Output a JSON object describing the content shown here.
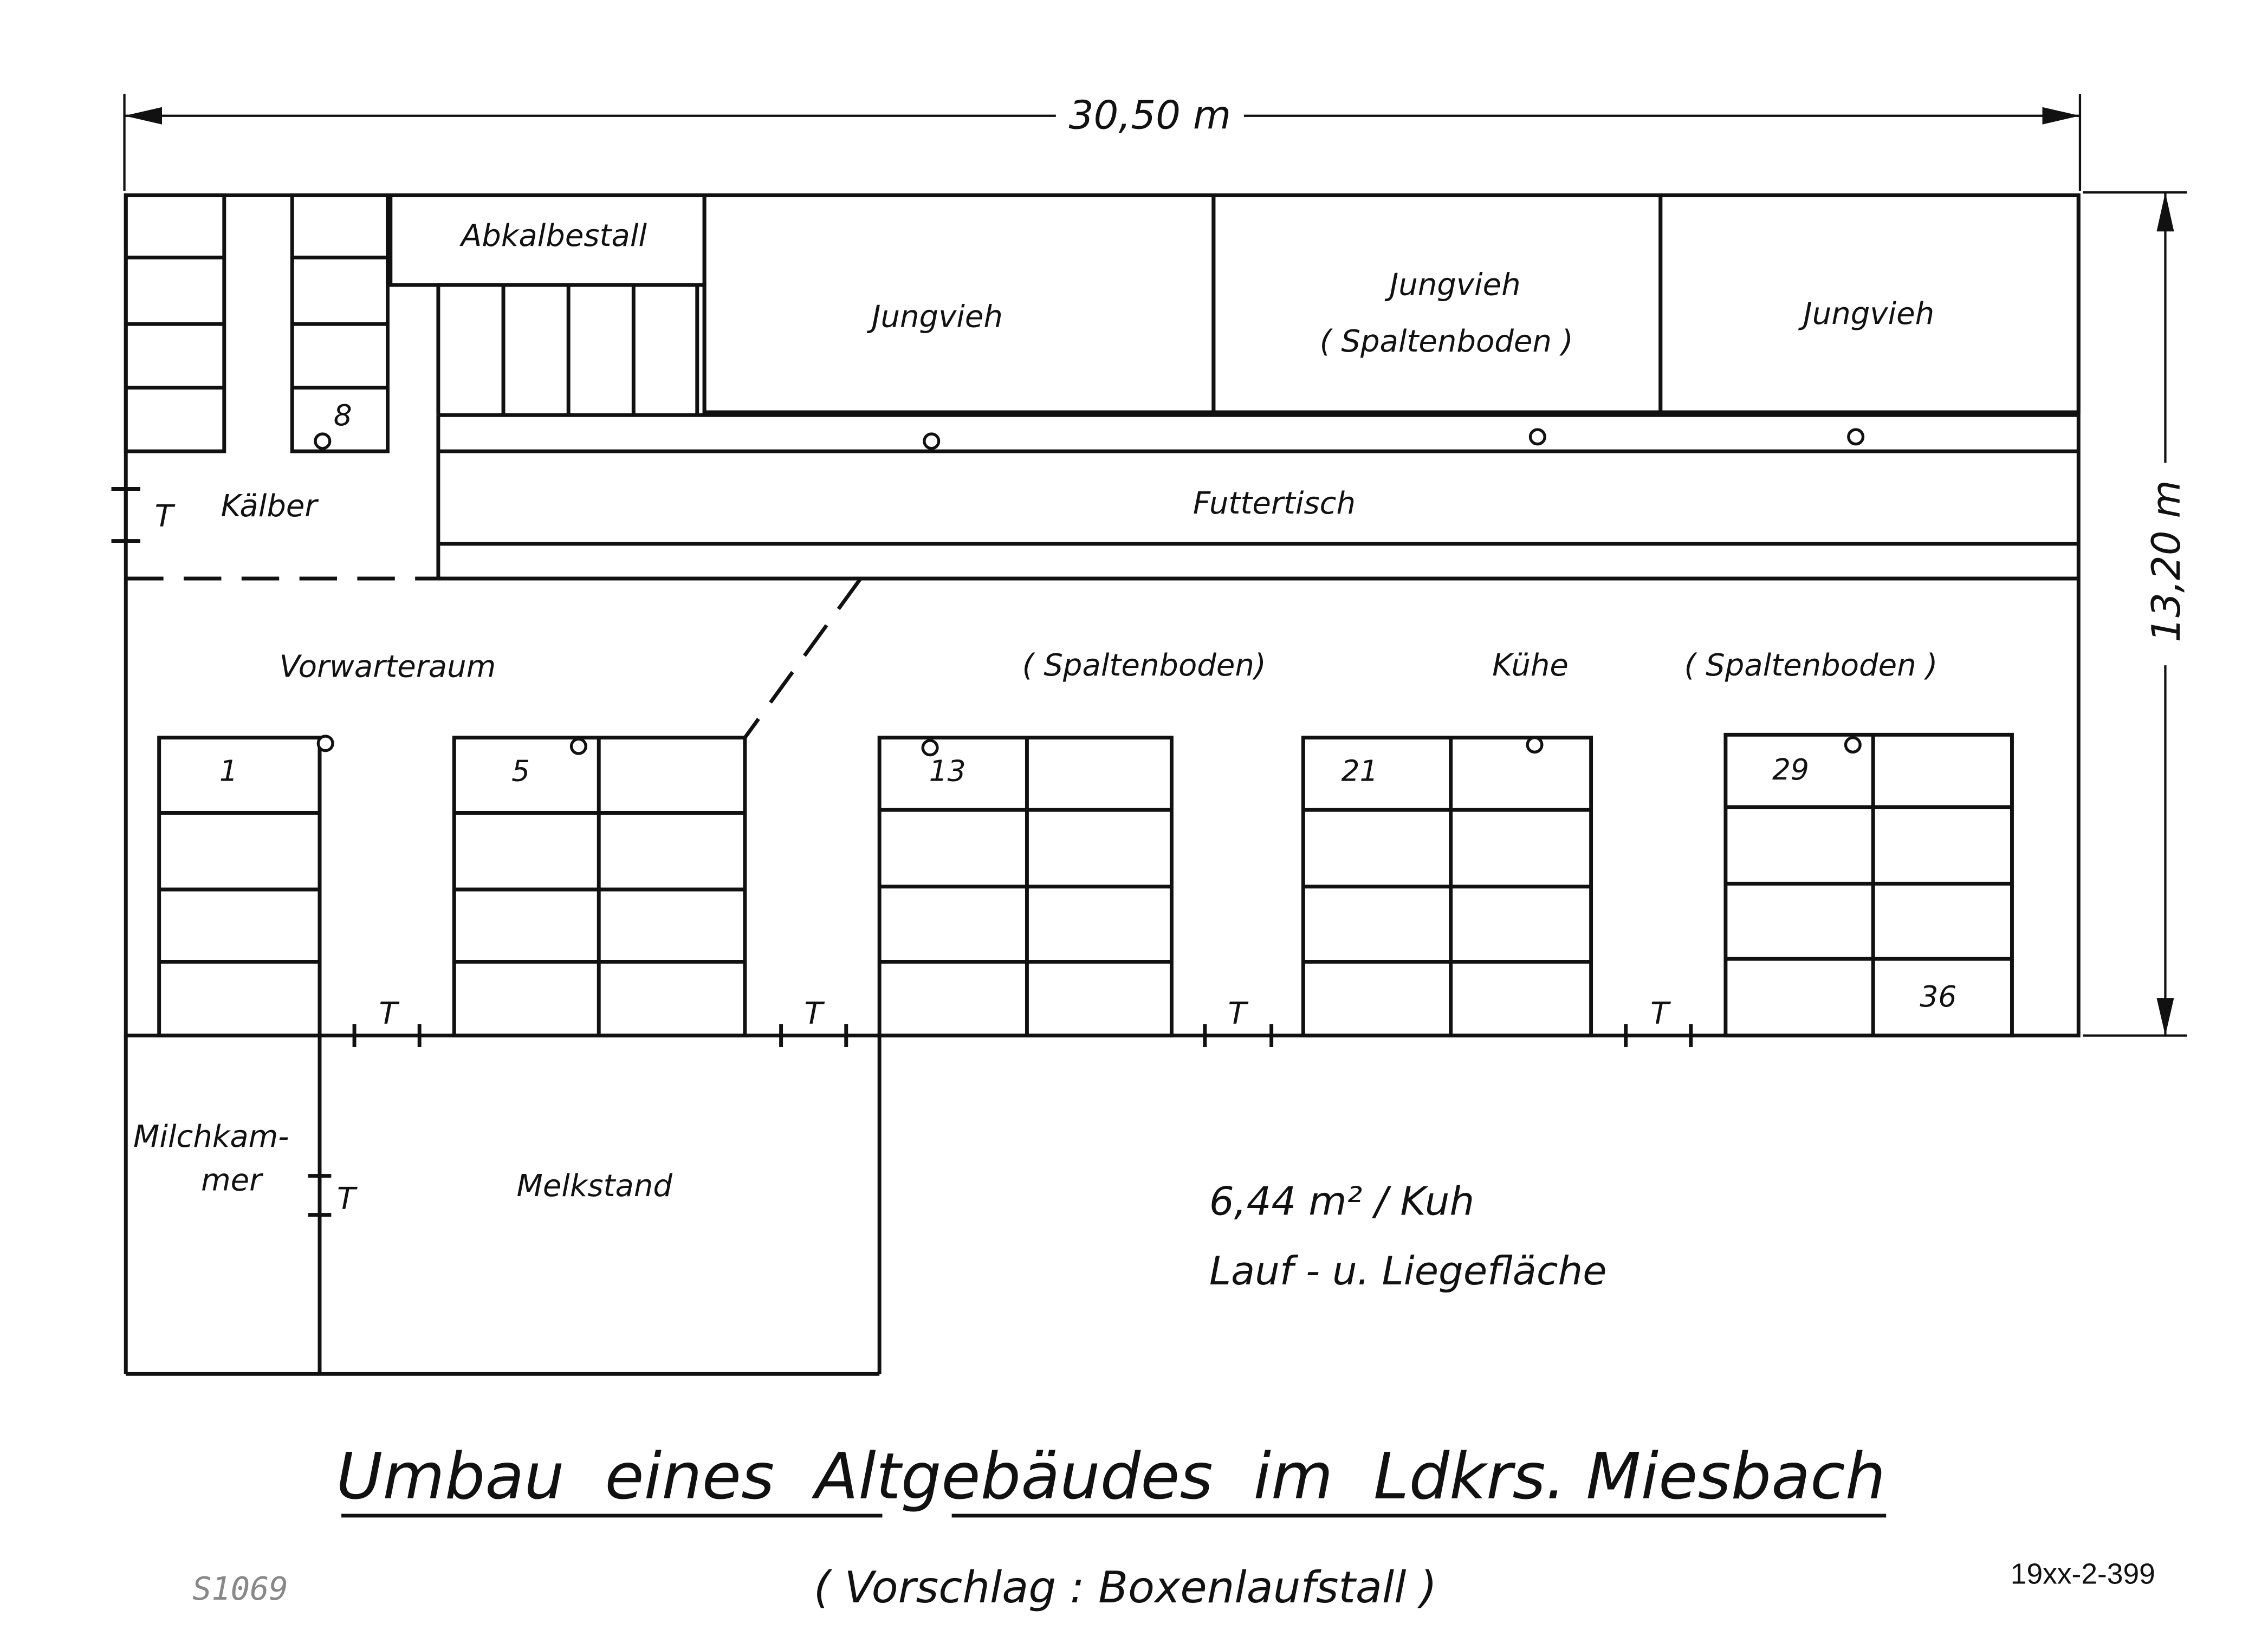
{
  "dimensions": {
    "width": "30,50 m",
    "depth": "13,20 m"
  },
  "rooms": {
    "abkalbestall": "Abkalbestall",
    "jungvieh_1": "Jungvieh",
    "jungvieh_2": "Jungvieh",
    "jungvieh_2_note": "( Spaltenboden )",
    "jungvieh_3": "Jungvieh",
    "kaelber": "Kälber",
    "futtertisch": "Futtertisch",
    "vorwarteraum": "Vorwarteraum",
    "spaltenboden_1": "( Spaltenboden)",
    "kuehe": "Kühe",
    "spaltenboden_2": "( Spaltenboden )",
    "milchkammer_1": "Milchkam-",
    "milchkammer_2": "mer",
    "melkstand": "Melkstand"
  },
  "stall_numbers": {
    "calf": "8",
    "n1": "1",
    "n5": "5",
    "n13": "13",
    "n21": "21",
    "n29": "29",
    "n36": "36"
  },
  "door_label": "T",
  "area_note": {
    "line1": "6,44 m² / Kuh",
    "line2": "Lauf - u. Liegefläche"
  },
  "title": "Umbau  eines  Altgebäudes  im  Ldkrs. Miesbach",
  "subtitle": "( Vorschlag : Boxenlaufstall )",
  "archive_stamp": "S1069",
  "drawing_code": "19xx-2-399"
}
